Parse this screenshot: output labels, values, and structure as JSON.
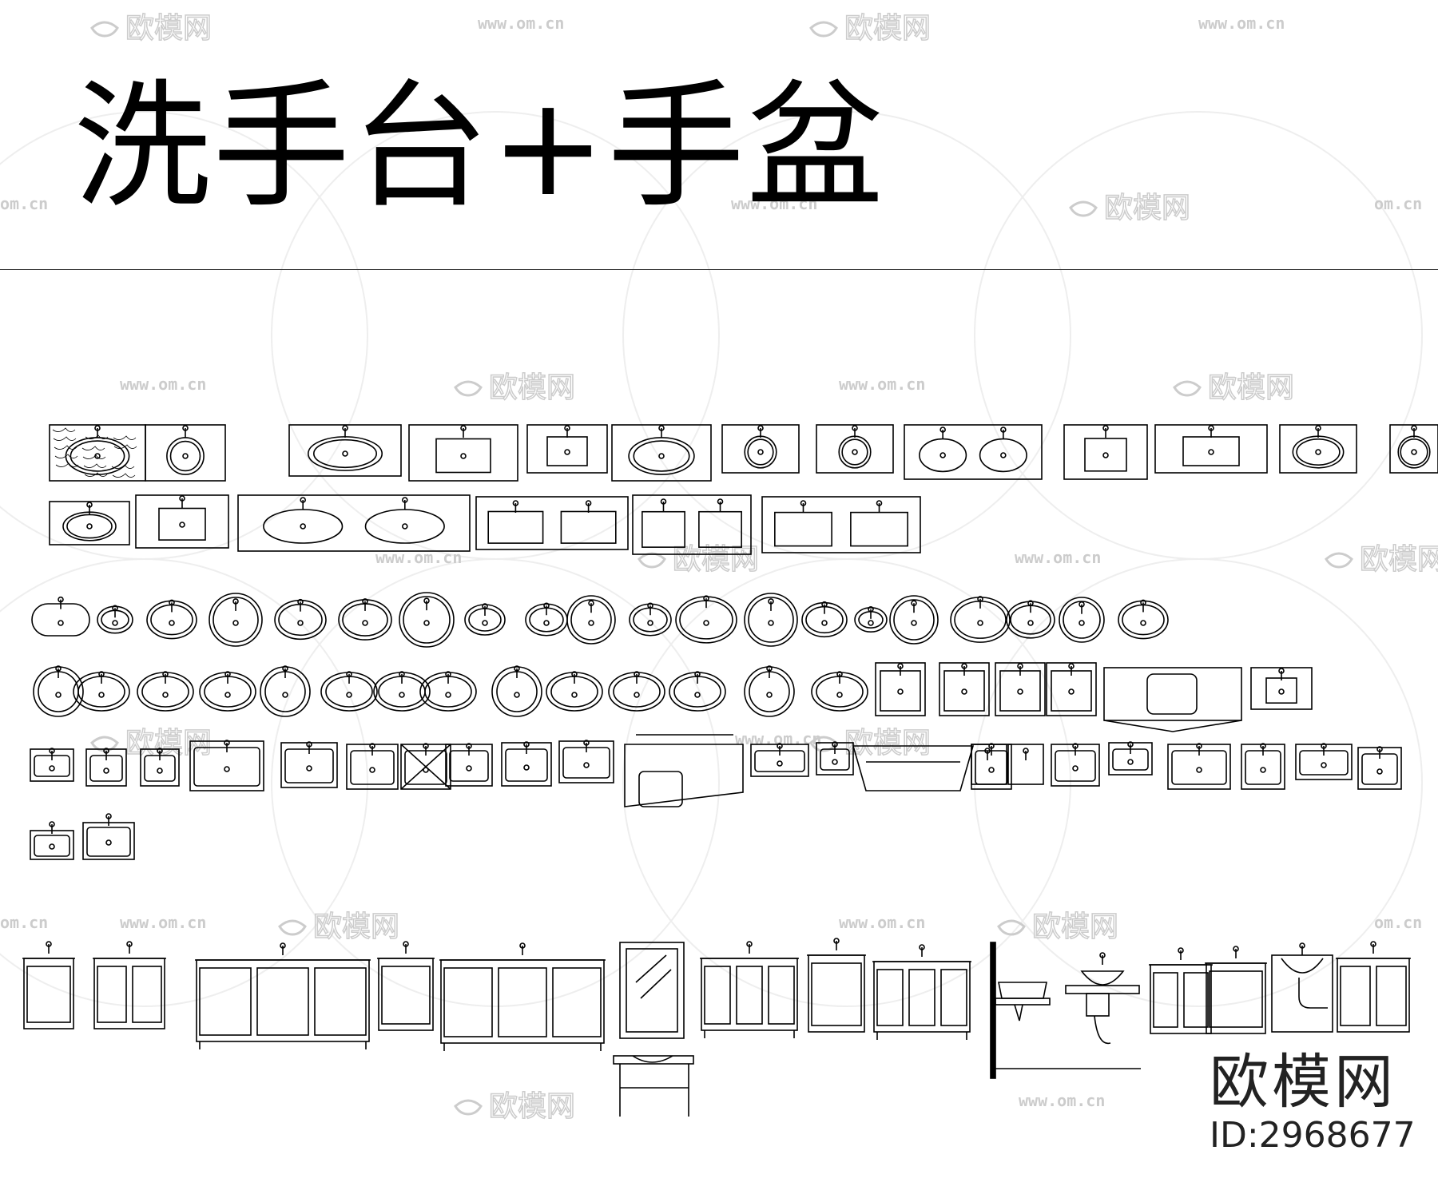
{
  "title": "洗手台+手盆",
  "brand": {
    "logo_text": "欧模网",
    "id_text": "ID:2968677"
  },
  "watermark": {
    "logo_text": "欧模网",
    "url_text": "www.om.cn",
    "short_url_text": "om.cn"
  },
  "colors": {
    "background": "#ffffff",
    "line": "#000000",
    "watermark": "#cccccc"
  },
  "icons": [
    "washbasin-plan-icon",
    "vanity-plan-icon",
    "vanity-elevation-icon",
    "mirror-icon",
    "faucet-icon"
  ]
}
